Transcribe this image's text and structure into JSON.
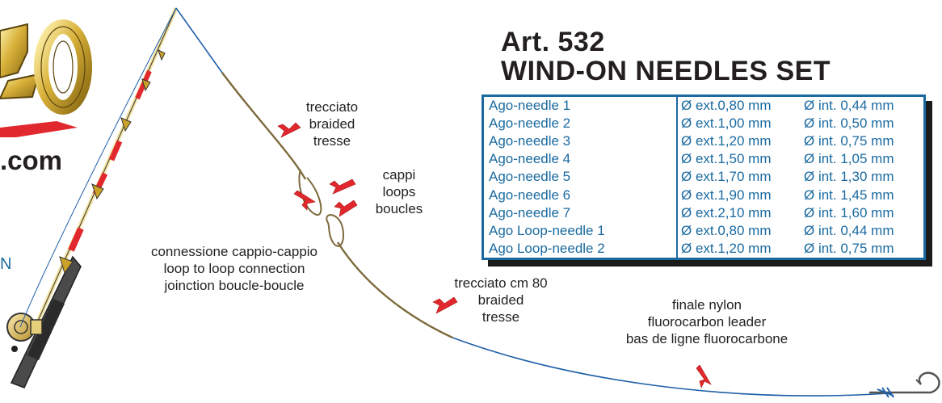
{
  "title": {
    "line1": "Art. 532",
    "line2": "WIND-ON NEEDLES SET"
  },
  "logo": {
    "suffix": ".com",
    "partial_letter": "N"
  },
  "labels": {
    "braided_top": "trecciato\nbraided\ntresse",
    "loops": "cappi\nloops\nboucles",
    "connection": "connessione cappio-cappio\nloop to loop connection\njoinction boucle-boucle",
    "braided_80": "trecciato cm 80\nbraided\ntresse",
    "leader": "finale nylon\nfluorocarbon leader\nbas de ligne fluorocarbone"
  },
  "table": {
    "rows": [
      {
        "name": "Ago-needle 1",
        "ext": "Ø ext.0,80 mm",
        "int": "Ø int. 0,44 mm"
      },
      {
        "name": "Ago-needle 2",
        "ext": "Ø ext.1,00 mm",
        "int": "Ø int. 0,50 mm"
      },
      {
        "name": "Ago-needle 3",
        "ext": "Ø ext.1,20 mm",
        "int": "Ø int. 0,75 mm"
      },
      {
        "name": "Ago-needle 4",
        "ext": "Ø ext.1,50 mm",
        "int": "Ø int. 1,05 mm"
      },
      {
        "name": "Ago-needle 5",
        "ext": "Ø ext.1,70 mm",
        "int": "Ø int. 1,30 mm"
      },
      {
        "name": "Ago-needle 6",
        "ext": "Ø ext.1,90 mm",
        "int": "Ø int. 1,45 mm"
      },
      {
        "name": "Ago-needle 7",
        "ext": "Ø ext.2,10 mm",
        "int": "Ø int. 1,60 mm"
      },
      {
        "name": "Ago Loop-needle 1",
        "ext": "Ø ext.0,80 mm",
        "int": "Ø int. 0,44 mm"
      },
      {
        "name": "Ago Loop-needle 2",
        "ext": "Ø ext.1,20 mm",
        "int": "Ø int. 0,75 mm"
      }
    ]
  },
  "colors": {
    "table_blue": "#1a6aa0",
    "arrow_red": "#e0282e",
    "line_blue": "#1f5fa8",
    "braid": "#7d6a3c",
    "logo_gold": "#c9a227"
  },
  "icons": [
    "fishing-rod-icon",
    "reel-icon",
    "hook-icon",
    "arrow-icon"
  ]
}
